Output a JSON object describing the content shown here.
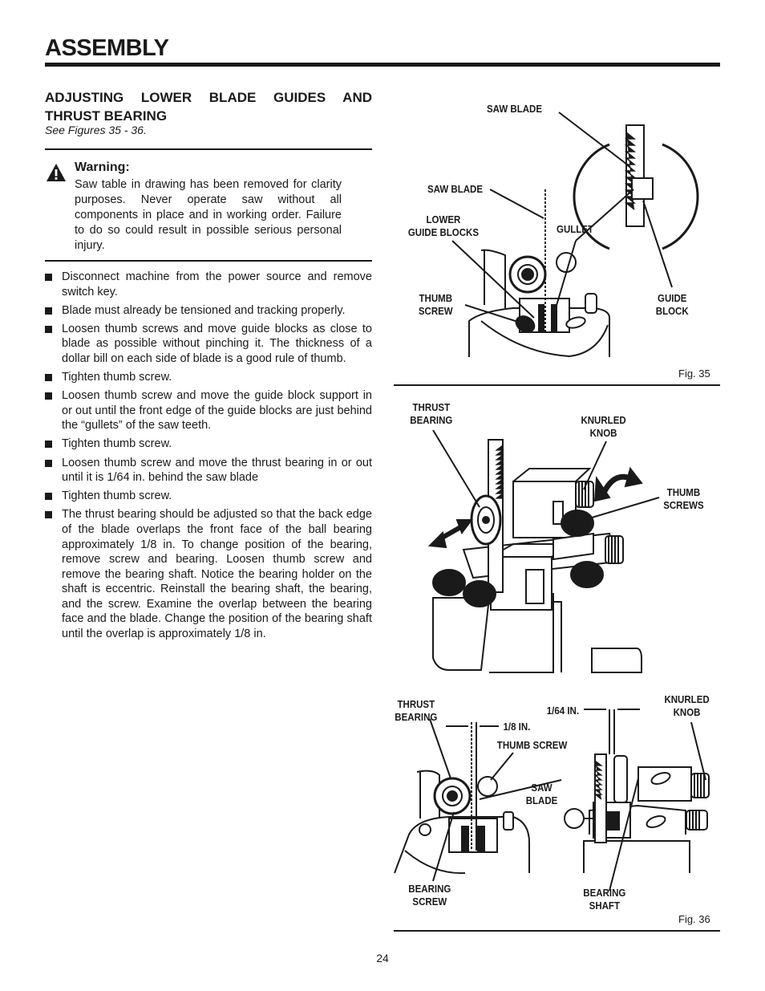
{
  "header": {
    "title": "ASSEMBLY"
  },
  "section": {
    "title": "ADJUSTING LOWER BLADE GUIDES AND THRUST BEARING",
    "reference": "See Figures 35 - 36."
  },
  "warning": {
    "heading": "Warning:",
    "body": "Saw table in drawing has been removed for clarity purposes. Never operate saw without all components in place and in working order. Failure to do so could result in possible serious personal injury."
  },
  "instructions": [
    "Disconnect machine from the power source and remove switch key.",
    "Blade must already be tensioned and tracking properly.",
    "Loosen thumb screws and move guide blocks as close to blade as possible without pinching it. The thickness of a dollar bill on each side of blade is a good rule of thumb.",
    "Tighten thumb screw.",
    "Loosen thumb screw and move the guide block support in or out until the front edge of the guide blocks are just behind the “gullets” of the saw teeth.",
    "Tighten thumb screw.",
    "Loosen thumb screw and move the thrust bearing in or out until it is 1/64 in. behind the saw blade",
    "Tighten thumb screw.",
    "The thrust bearing should be adjusted so that the back edge of the blade overlaps the front face of the ball bearing approximately 1/8 in. To change position of the bearing, remove screw and bearing. Loosen thumb screw and remove the bearing shaft. Notice the bearing holder on the shaft is eccentric. Reinstall the bearing shaft, the bearing, and the screw. Examine the overlap between the bearing face and the blade. Change the position of the bearing shaft until the overlap is approximately 1/8 in."
  ],
  "figure35": {
    "caption": "Fig. 35",
    "labels": {
      "saw_blade_top": "SAW BLADE",
      "saw_blade": "SAW BLADE",
      "lower_guide_blocks": "LOWER\nGUIDE BLOCKS",
      "gullet": "GULLET",
      "thumb_screw": "THUMB\nSCREW",
      "guide_block": "GUIDE\nBLOCK"
    }
  },
  "figure36": {
    "caption": "Fig. 36",
    "labels": {
      "thrust_bearing_top": "THRUST\nBEARING",
      "knurled_knob_top": "KNURLED\nKNOB",
      "thumb_screws": "THUMB\nSCREWS",
      "thrust_bearing": "THRUST\nBEARING",
      "eighth_in": "1/8 IN.",
      "sixtyfourth_in": "1/64 IN.",
      "knurled_knob": "KNURLED\nKNOB",
      "thumb_screw": "THUMB SCREW",
      "saw_blade": "SAW\nBLADE",
      "bearing_screw": "BEARING\nSCREW",
      "bearing_shaft": "BEARING\nSHAFT"
    }
  },
  "footer": {
    "page_number": "24"
  }
}
